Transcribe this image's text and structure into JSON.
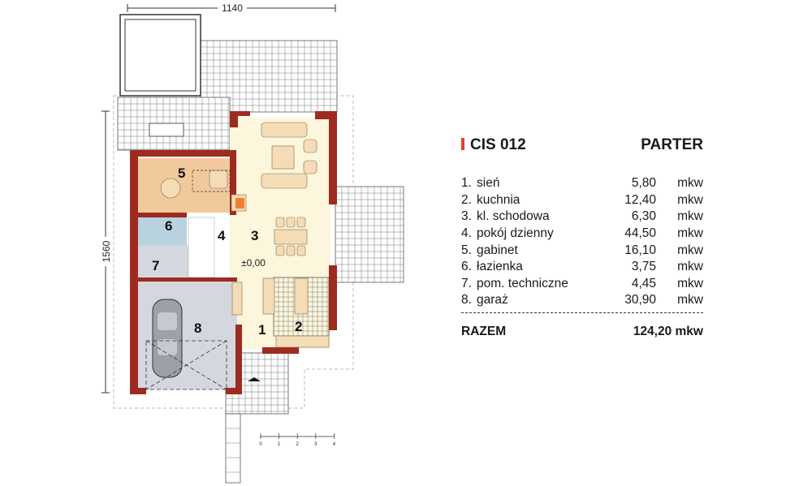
{
  "plan": {
    "dimension_width": "1140",
    "dimension_height": "1560",
    "level_mark": "±0,00",
    "room_labels": [
      "1",
      "2",
      "3",
      "4",
      "5",
      "6",
      "7",
      "8"
    ],
    "scale_labels": [
      "0",
      "1",
      "2",
      "3",
      "4"
    ]
  },
  "legend": {
    "project": "CIS 012",
    "floor": "PARTER",
    "rooms": [
      {
        "num": "1.",
        "name": "sień",
        "area": "5,80",
        "unit": "mkw"
      },
      {
        "num": "2.",
        "name": "kuchnia",
        "area": "12,40",
        "unit": "mkw"
      },
      {
        "num": "3.",
        "name": "kl. schodowa",
        "area": "6,30",
        "unit": "mkw"
      },
      {
        "num": "4.",
        "name": "pokój dzienny",
        "area": "44,50",
        "unit": "mkw"
      },
      {
        "num": "5.",
        "name": "gabinet",
        "area": "16,10",
        "unit": "mkw"
      },
      {
        "num": "6.",
        "name": "łazienka",
        "area": "3,75",
        "unit": "mkw"
      },
      {
        "num": "7.",
        "name": "pom. techniczne",
        "area": "4,45",
        "unit": "mkw"
      },
      {
        "num": "8.",
        "name": "garaż",
        "area": "30,90",
        "unit": "mkw"
      }
    ],
    "total_label": "RAZEM",
    "total_value": "124,20 mkw"
  },
  "colors": {
    "wall": "#9e2b20",
    "accent": "#e0442a",
    "living": "#fbf6dc",
    "office": "#f2c99c",
    "bath": "#b8d2e0",
    "garage": "#d5d7df"
  }
}
